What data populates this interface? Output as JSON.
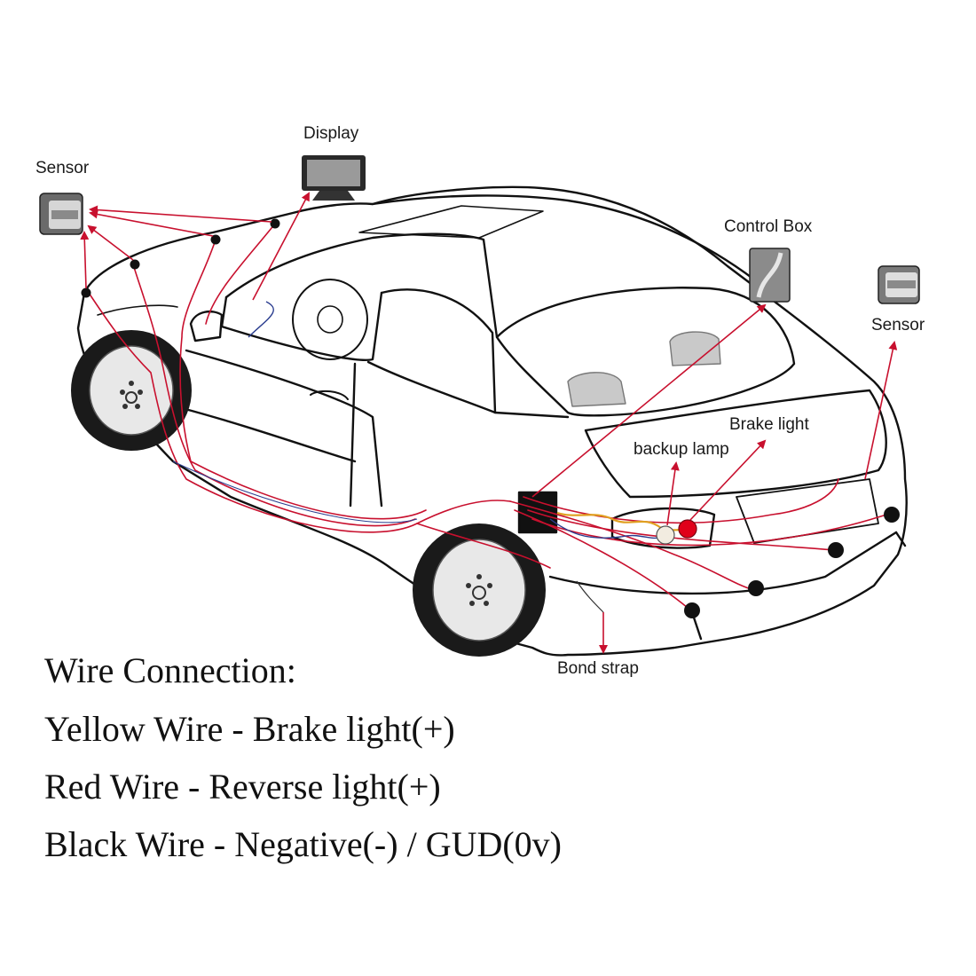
{
  "labels": {
    "sensor_left": "Sensor",
    "display": "Display",
    "control_box": "Control Box",
    "sensor_right": "Sensor",
    "brake_light": "Brake light",
    "backup_lamp": "backup lamp",
    "bond_strap": "Bond strap"
  },
  "legend": {
    "heading": "Wire Connection:",
    "lines": [
      "Yellow Wire - Brake light(+)",
      "Red Wire - Reverse light(+)",
      "Black Wire - Negative(-) / GUD(0v)"
    ]
  },
  "colors": {
    "wire_red": "#c8102e",
    "wire_yellow": "#e0a020",
    "wire_blue": "#2a3d8f",
    "outline": "#111111",
    "brake_bulb": "#e0001a"
  }
}
